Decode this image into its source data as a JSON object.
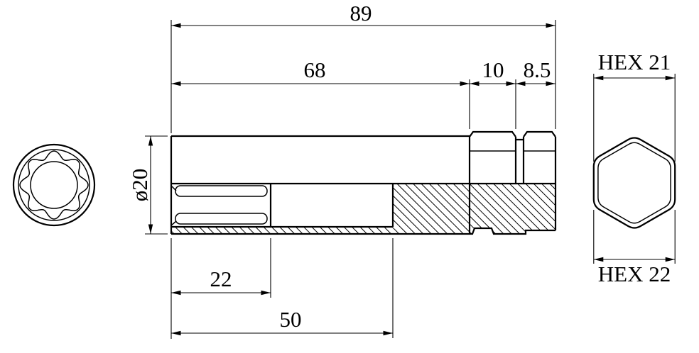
{
  "drawing": {
    "colors": {
      "line": "#000000",
      "background": "#ffffff",
      "hatch": "#000000"
    },
    "views": {
      "end_view": "socket-opening-front-view",
      "side_view": "sectioned-side-view",
      "hex_view": "hex-drive-end-view"
    },
    "dims": {
      "overall_length": "89",
      "body_length": "68",
      "hex_front_length": "10",
      "hex_rear_length": "8.5",
      "diameter": "ø20",
      "spline_depth": "22",
      "bore_depth": "50",
      "hex_front": "HEX 21",
      "hex_rear": "HEX 22"
    }
  }
}
